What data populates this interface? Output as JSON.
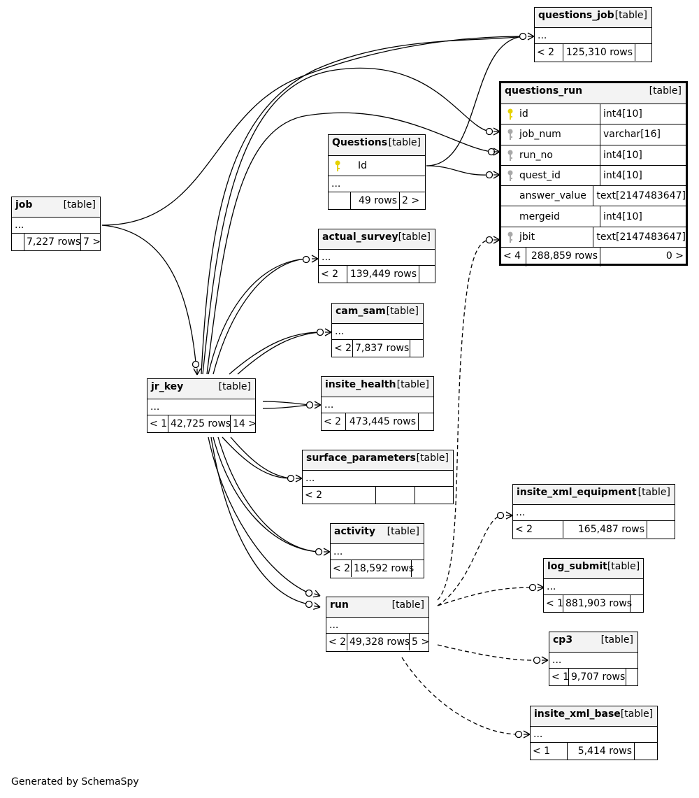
{
  "tables": {
    "questions_job": {
      "name": "questions_job",
      "kind": "[table]",
      "cols": "...",
      "parents": "< 2",
      "rows": "125,310 rows",
      "children": ""
    },
    "questions_run": {
      "name": "questions_run",
      "kind": "[table]",
      "columns": [
        {
          "name": "id",
          "type": "int4[10]",
          "key": "primary"
        },
        {
          "name": "job_num",
          "type": "varchar[16]",
          "key": "foreign"
        },
        {
          "name": "run_no",
          "type": "int4[10]",
          "key": "foreign"
        },
        {
          "name": "quest_id",
          "type": "int4[10]",
          "key": "foreign"
        },
        {
          "name": "answer_value",
          "type": "text[2147483647]",
          "key": "none"
        },
        {
          "name": "mergeid",
          "type": "int4[10]",
          "key": "none"
        },
        {
          "name": "jbit",
          "type": "text[2147483647]",
          "key": "foreign"
        }
      ],
      "parents": "< 4",
      "rows": "288,859 rows",
      "children": "0 >"
    },
    "questions": {
      "name": "Questions",
      "kind": "[table]",
      "pk": "Id",
      "cols": "...",
      "parents": "",
      "rows": "49 rows",
      "children": "2 >"
    },
    "job": {
      "name": "job",
      "kind": "[table]",
      "cols": "...",
      "parents": "",
      "rows": "7,227 rows",
      "children": "7 >"
    },
    "actual_survey": {
      "name": "actual_survey",
      "kind": "[table]",
      "cols": "...",
      "parents": "< 2",
      "rows": "139,449 rows",
      "children": ""
    },
    "cam_sam": {
      "name": "cam_sam",
      "kind": "[table]",
      "cols": "...",
      "parents": "< 2",
      "rows": "7,837 rows",
      "children": ""
    },
    "jr_key": {
      "name": "jr_key",
      "kind": "[table]",
      "cols": "...",
      "parents": "< 1",
      "rows": "42,725 rows",
      "children": "14 >"
    },
    "insite_health": {
      "name": "insite_health",
      "kind": "[table]",
      "cols": "...",
      "parents": "< 2",
      "rows": "473,445 rows",
      "children": ""
    },
    "surface_parameters": {
      "name": "surface_parameters",
      "kind": "[table]",
      "cols": "...",
      "parents": "< 2",
      "rows": "",
      "children": ""
    },
    "insite_xml_equipment": {
      "name": "insite_xml_equipment",
      "kind": "[table]",
      "cols": "...",
      "parents": "< 2",
      "rows": "165,487 rows",
      "children": ""
    },
    "activity": {
      "name": "activity",
      "kind": "[table]",
      "cols": "...",
      "parents": "< 2",
      "rows": "18,592 rows",
      "children": ""
    },
    "log_submit": {
      "name": "log_submit",
      "kind": "[table]",
      "cols": "...",
      "parents": "< 1",
      "rows": "881,903 rows",
      "children": ""
    },
    "run": {
      "name": "run",
      "kind": "[table]",
      "cols": "...",
      "parents": "< 2",
      "rows": "49,328 rows",
      "children": "5 >"
    },
    "cp3": {
      "name": "cp3",
      "kind": "[table]",
      "cols": "...",
      "parents": "< 1",
      "rows": "9,707 rows",
      "children": ""
    },
    "insite_xml_base": {
      "name": "insite_xml_base",
      "kind": "[table]",
      "cols": "...",
      "parents": "< 1",
      "rows": "5,414 rows",
      "children": ""
    }
  },
  "colors": {
    "primary_key": "#e6d200",
    "foreign_key": "#a8a8a8",
    "header_bg": "#f3f3f3",
    "line": "#000000"
  },
  "footer": "Generated by SchemaSpy"
}
